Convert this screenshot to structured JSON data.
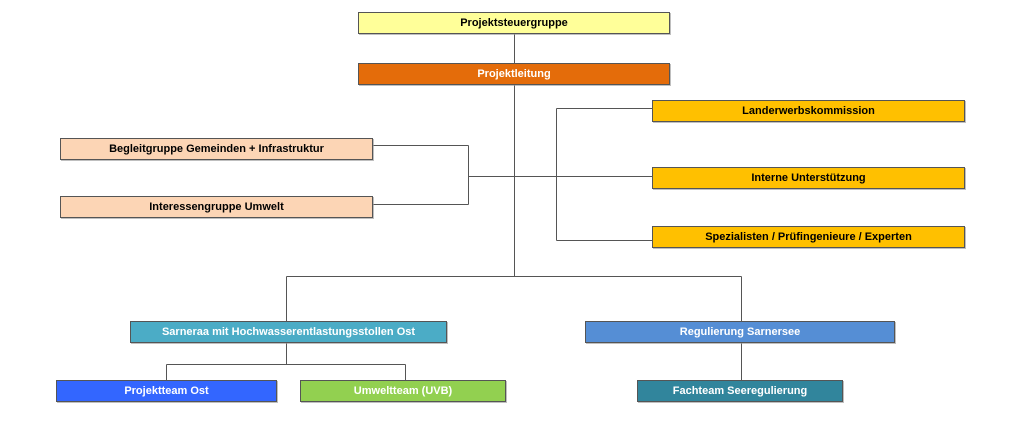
{
  "org_chart": {
    "steering_group": {
      "label": "Projektsteuergruppe",
      "color": "#ffff99"
    },
    "project_lead": {
      "label": "Projektleitung",
      "color": "#e46c0a"
    },
    "left_groups": [
      {
        "label": "Begleitgruppe Gemeinden + Infrastruktur",
        "color": "#fcd5b5"
      },
      {
        "label": "Interessengruppe Umwelt",
        "color": "#fcd5b5"
      }
    ],
    "right_groups": [
      {
        "label": "Landerwerbskommission",
        "color": "#ffc000"
      },
      {
        "label": "Interne Unterstützung",
        "color": "#ffc000"
      },
      {
        "label": "Spezialisten / Prüfingenieure / Experten",
        "color": "#ffc000"
      }
    ],
    "subprojects": [
      {
        "label": "Sarneraa mit Hochwasserentlastungsstollen Ost",
        "color": "#4bacc6"
      },
      {
        "label": "Regulierung Sarnersee",
        "color": "#558ed5"
      }
    ],
    "teams": [
      {
        "label": "Projektteam Ost",
        "color": "#3366ff"
      },
      {
        "label": "Umweltteam (UVB)",
        "color": "#92d050"
      },
      {
        "label": "Fachteam Seeregulierung",
        "color": "#31859c"
      }
    ],
    "line_color": "#555555"
  }
}
